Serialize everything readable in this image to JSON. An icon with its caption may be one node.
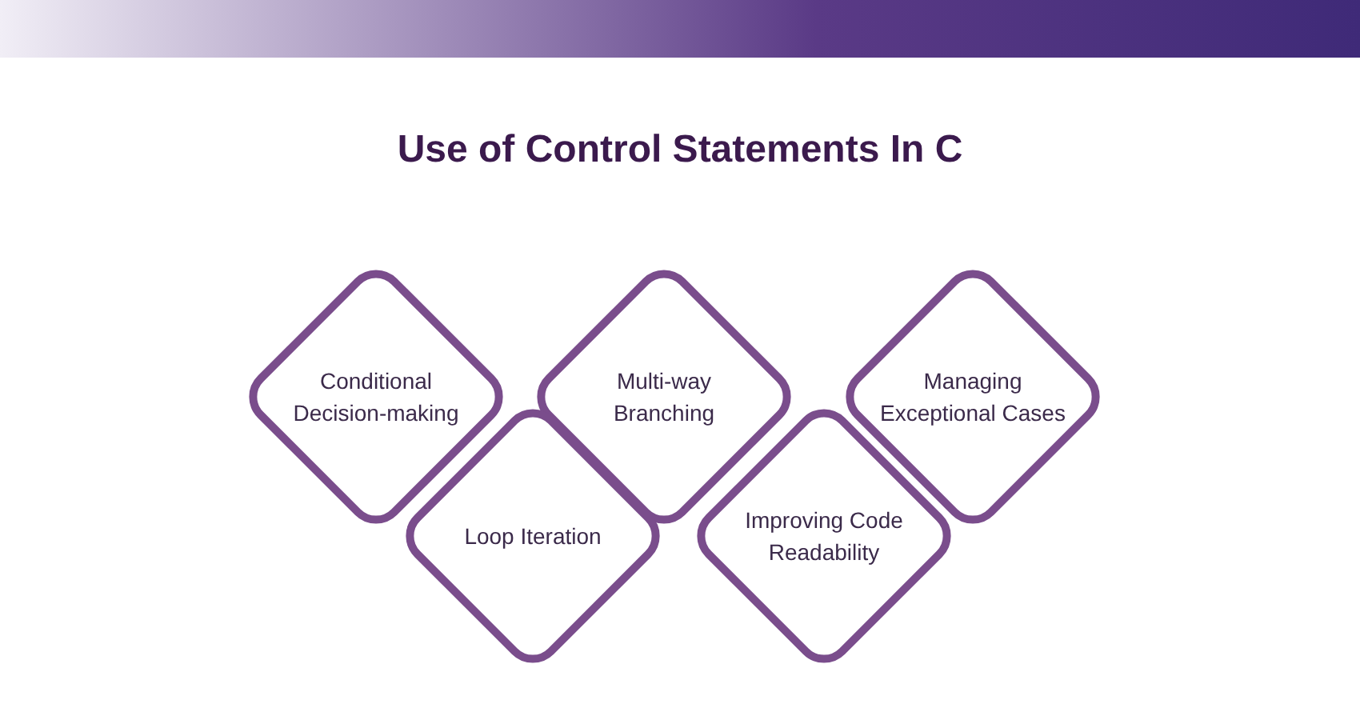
{
  "diagram": {
    "title": "Use of Control Statements In C",
    "nodes": [
      {
        "text": [
          "Conditional Decision-making"
        ]
      },
      {
        "text": [
          "Multi-way Branching"
        ]
      },
      {
        "text": [
          "Managing Exceptional Cases"
        ]
      },
      {
        "text": [
          "Loop Iteration"
        ]
      },
      {
        "text": [
          "Improving Code Readability"
        ]
      }
    ]
  }
}
